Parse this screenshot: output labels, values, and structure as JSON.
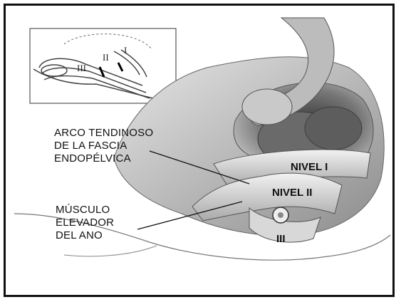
{
  "inset": {
    "labels": [
      "III",
      "II",
      "I"
    ]
  },
  "labels": {
    "arco": [
      "ARCO TENDINOSO",
      "DE LA FASCIA",
      "ENDOPÉLVICA"
    ],
    "musculo": [
      "MÚSCULO",
      "ELEVADOR",
      "DEL ANO"
    ],
    "nivel1": "NIVEL I",
    "nivel2": "NIVEL II",
    "nivel3": "III"
  }
}
